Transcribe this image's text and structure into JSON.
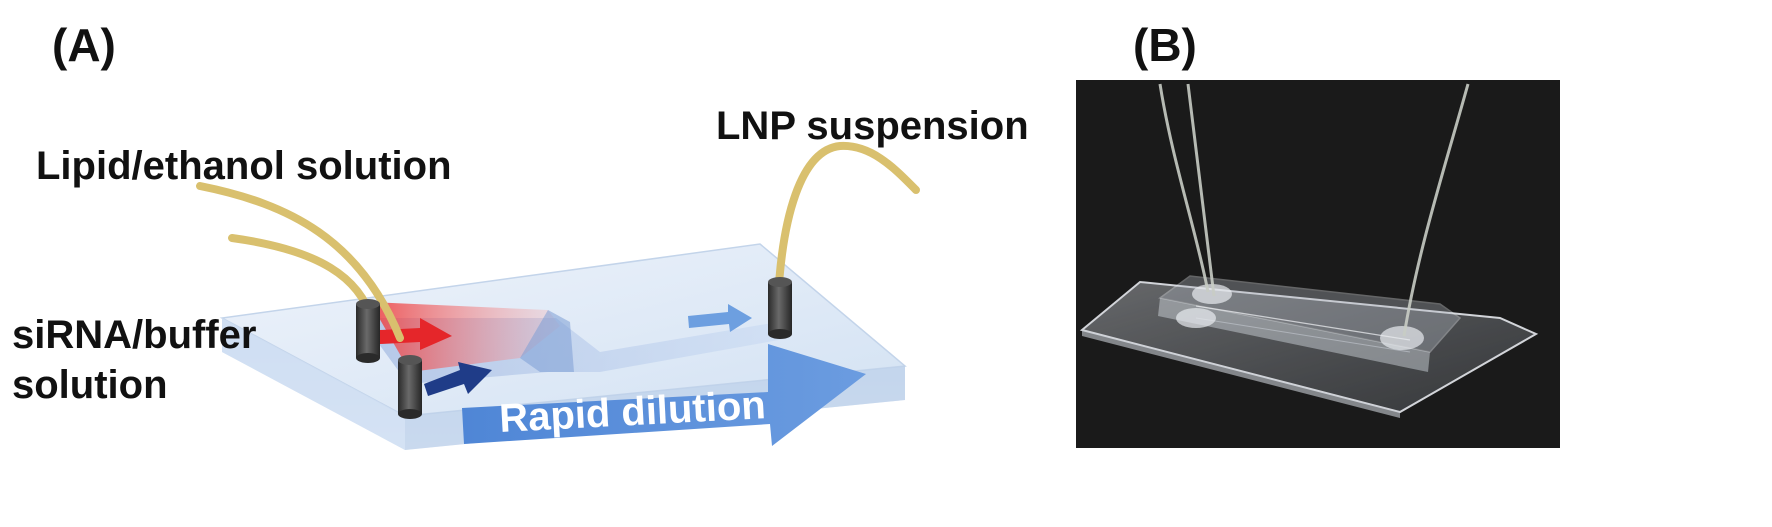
{
  "panels": {
    "a": {
      "label": "(A)",
      "inlet_1": "Lipid/ethanol solution",
      "inlet_2_line1": "siRNA/buffer",
      "inlet_2_line2": "solution",
      "outlet": "LNP suspension",
      "flow_arrow": "Rapid dilution"
    },
    "b": {
      "label": "(B)"
    }
  },
  "colors": {
    "tubing": "#d9c06e",
    "lipid_stream": "#e8262b",
    "buffer_stream": "#1f3c88",
    "dilution_arrow": "#5b8fd8",
    "chip_body": "#dbe7f5",
    "photo_background": "#161616"
  }
}
